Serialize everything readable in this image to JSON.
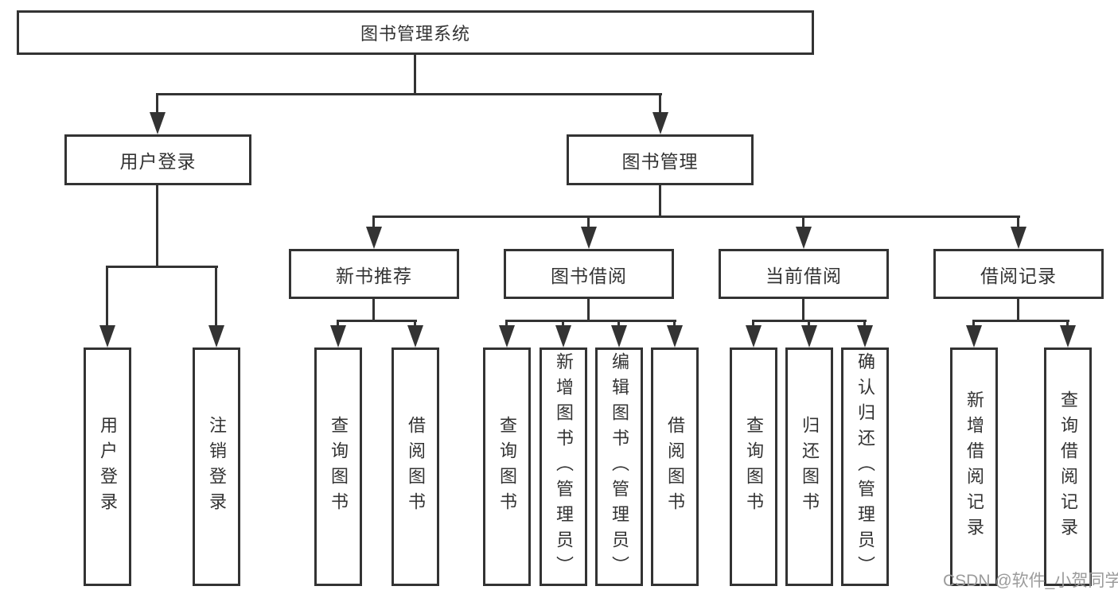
{
  "tree": {
    "root": {
      "label": "图书管理系统"
    },
    "level2": [
      {
        "label": "用户登录"
      },
      {
        "label": "图书管理"
      }
    ],
    "level3": [
      {
        "label": "新书推荐"
      },
      {
        "label": "图书借阅"
      },
      {
        "label": "当前借阅"
      },
      {
        "label": "借阅记录"
      }
    ],
    "leaves": {
      "user_login": [
        {
          "label": "用户登录"
        },
        {
          "label": "注销登录"
        }
      ],
      "new_book": [
        {
          "label": "查询图书"
        },
        {
          "label": "借阅图书"
        }
      ],
      "book_borrow": [
        {
          "label": "查询图书"
        },
        {
          "label": "新增图书（管理员）"
        },
        {
          "label": "编辑图书（管理员）"
        },
        {
          "label": "借阅图书"
        }
      ],
      "current_borrow": [
        {
          "label": "查询图书"
        },
        {
          "label": "归还图书"
        },
        {
          "label": "确认归还（管理员）"
        }
      ],
      "borrow_record": [
        {
          "label": "新增借阅记录"
        },
        {
          "label": "查询借阅记录"
        }
      ]
    }
  },
  "watermark": "CSDN @软件_小贺同学",
  "colors": {
    "line": "#333333",
    "box_border": "#333333",
    "text": "#333333",
    "watermark": "#9b9b9b",
    "background": "#ffffff"
  }
}
